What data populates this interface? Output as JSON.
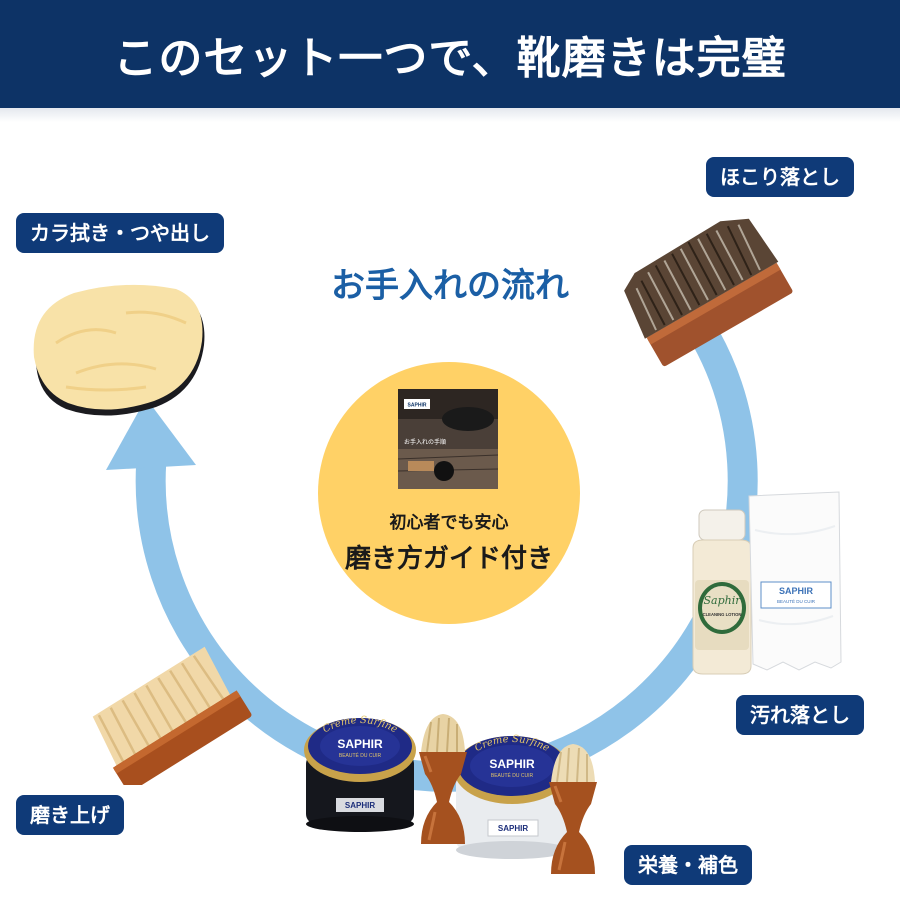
{
  "header": {
    "title": "このセット一つで、靴磨きは完璧"
  },
  "flow": {
    "title": "お手入れの流れ"
  },
  "steps": [
    {
      "label": "ほこり落とし"
    },
    {
      "label": "汚れ落とし"
    },
    {
      "label": "栄養・補色"
    },
    {
      "label": "磨き上げ"
    },
    {
      "label": "カラ拭き・つや出し"
    }
  ],
  "guide": {
    "line1": "初心者でも安心",
    "line2": "磨き方ガイド付き",
    "photo_brand": "SAPHIR",
    "photo_caption": "お手入れの手順"
  },
  "products": {
    "lotion_brand": "Saphir",
    "lotion_name": "CLEANING LOTION",
    "cloth_brand": "SAPHIR",
    "cloth_sub": "BEAUTÉ DU CUIR",
    "cream_lid_text": "Creme Surfine",
    "cream_brand": "SAPHIR",
    "cream_sub": "BEAUTÉ DU CUIR"
  },
  "colors": {
    "header_bg": "#0d3366",
    "label_bg": "#0f3a78",
    "arrow": "#8fc3e8",
    "guide_circle": "#ffd166",
    "title_blue": "#1b5fa5"
  }
}
